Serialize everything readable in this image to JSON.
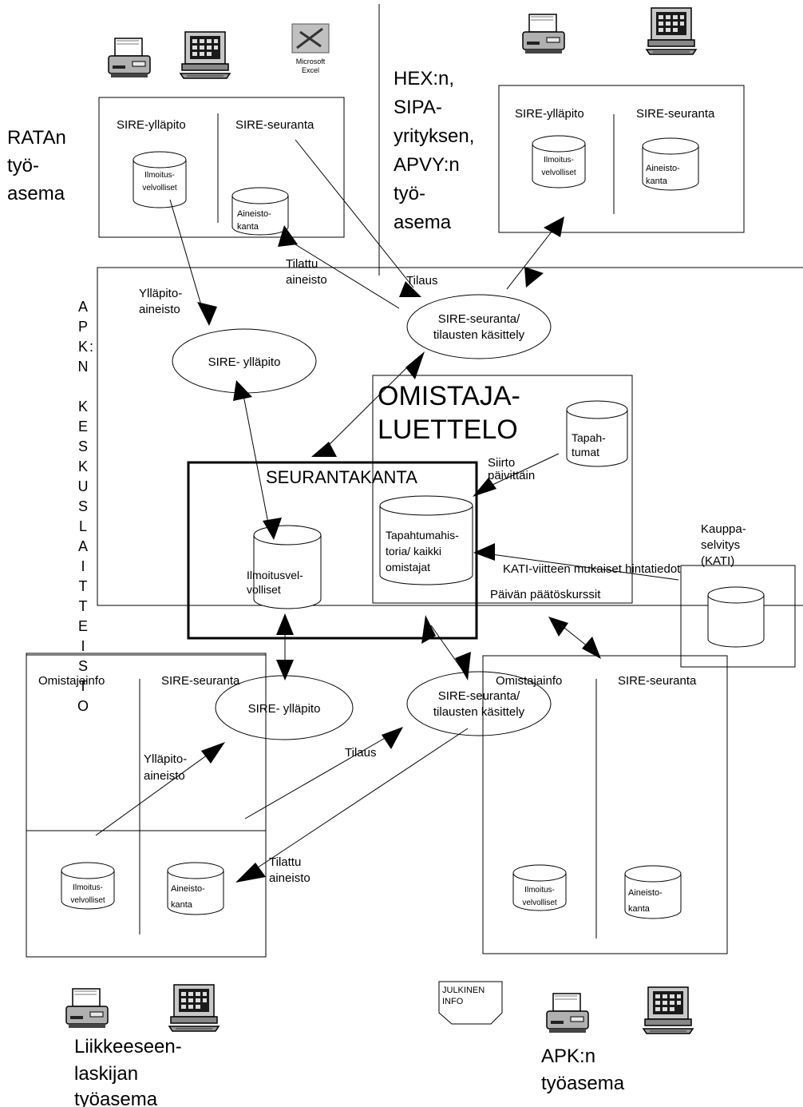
{
  "workstations": {
    "rata": {
      "label_lines": [
        "RATAn",
        "työ-",
        "asema"
      ],
      "left": "SIRE-ylläpito",
      "right": "SIRE-seuranta",
      "db_left": [
        "Ilmoitus-",
        "velvolliset"
      ],
      "db_right": [
        "Aineisto-",
        "kanta"
      ]
    },
    "hex": {
      "label_lines": [
        "HEX:n,",
        "SIPA-",
        "yrityksen,",
        "APVY:n",
        "työ-",
        "asema"
      ],
      "left": "SIRE-ylläpito",
      "right": "SIRE-seuranta",
      "db_left": [
        "Ilmoitus-",
        "velvolliset"
      ],
      "db_right": [
        "Aineisto-",
        "kanta"
      ]
    },
    "liikkeeseen": {
      "label_lines": [
        "Liikkeeseen-",
        "laskijan",
        "työasema"
      ],
      "left": "Omistajainfo",
      "right": "SIRE-seuranta",
      "db_left": [
        "Ilmoitus-",
        "velvolliset"
      ],
      "db_right": [
        "Aineisto-",
        "kanta"
      ]
    },
    "apk": {
      "label_lines": [
        "APK:n",
        "työasema"
      ],
      "left": "Omistajainfo",
      "right": "SIRE-seuranta",
      "db_left": [
        "Ilmoitus-",
        "velvolliset"
      ],
      "db_right": [
        "Aineisto-",
        "kanta"
      ]
    }
  },
  "excel_label": [
    "Microsoft",
    "Excel"
  ],
  "central": {
    "vertical_label": [
      "A",
      "P",
      "K",
      ":",
      "N",
      "",
      "K",
      "E",
      "S",
      "K",
      "U",
      "S",
      "L",
      "A",
      "I",
      "T",
      "T",
      "E",
      "I",
      "S",
      "T",
      "O"
    ],
    "yllapito_top": "SIRE- ylläpito",
    "seuranta_top": [
      "SIRE-seuranta/",
      "tilausten käsittely"
    ],
    "yllapito_bottom": "SIRE- ylläpito",
    "seuranta_bottom": [
      "SIRE-seuranta/",
      "tilausten käsittely"
    ],
    "omistajaluettelo": [
      "OMISTAJA-",
      "LUETTELO"
    ],
    "seurantakanta": "SEURANTAKANTA",
    "db_ilmoitus": [
      "Ilmoitusvel-",
      "volliset"
    ],
    "db_tapahtumahistoria": [
      "Tapahtumahis-",
      "toria/ kaikki",
      "omistajat"
    ],
    "db_tapahtumat": [
      "Tapah-",
      "tumat"
    ]
  },
  "kati": {
    "label_lines": [
      "Kauppa-",
      "selvitys",
      "(KATI)"
    ]
  },
  "flow_labels": {
    "tilattu_top": [
      "Tilattu",
      "aineisto"
    ],
    "tilaus_top": "Tilaus",
    "yllapito_aineisto_top": [
      "Ylläpito-",
      "aineisto"
    ],
    "siirto": [
      "Siirto",
      "päivittäin"
    ],
    "kati_viitteen": "KATI-viitteen mukaiset hintatiedot",
    "paivan": "Päivän päätöskurssit",
    "yllapito_aineisto_bottom": [
      "Ylläpito-",
      "aineisto"
    ],
    "tilaus_bottom": "Tilaus",
    "tilattu_bottom": [
      "Tilattu",
      "aineisto"
    ]
  },
  "julkinen_info": [
    "JULKINEN",
    "INFO"
  ]
}
